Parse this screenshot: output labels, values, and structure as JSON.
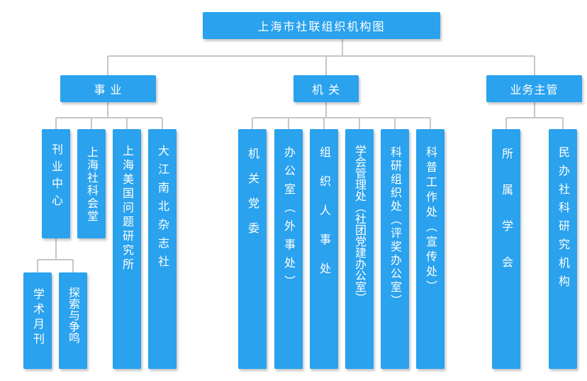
{
  "title": "上海市社联组织机构图",
  "level1": {
    "shiye": "事 业",
    "jiguan": "机 关",
    "yewu": "业务主管"
  },
  "shiye_units": {
    "kanye": "刊业中心",
    "huitang": "上海社科会堂",
    "meiguo": "上海美国问题研究所",
    "dajiang": "大江南北杂志社"
  },
  "kanye_units": {
    "xueshu": "学术月刊",
    "tansuo": "探索与争鸣"
  },
  "jiguan_units": {
    "dangwei": "机 关 党 委",
    "bangong": "办公室（外事处）",
    "zuzhi": "组织人事处",
    "xuehui": "学会管理处（社团党建办公室）",
    "keyan": "科研组织处（评奖办公室）",
    "kepu": "科普工作处（宣传处）"
  },
  "yewu_units": {
    "xuehui": "所 属 学 会",
    "minban": "民办社科研究机构"
  },
  "colors": {
    "box": "#2aa2ee",
    "text": "#ffffff",
    "line": "#c6c6c6"
  }
}
